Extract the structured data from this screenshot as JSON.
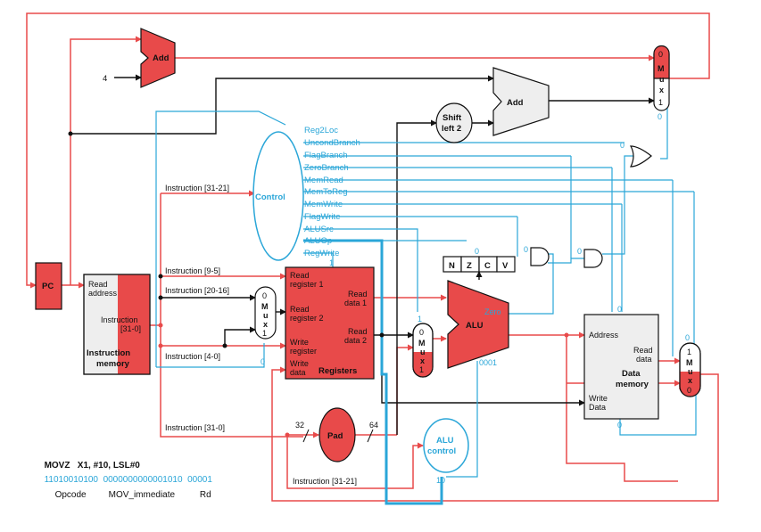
{
  "colors": {
    "red": "#e84a4a",
    "blue": "#2aa6d8",
    "black": "#111111",
    "gray_fill": "#eeeeee"
  },
  "labels": {
    "pc": "PC",
    "add_top": "Add",
    "const_four": "4",
    "add_branch": "Add",
    "shift_left_line1": "Shift",
    "shift_left_line2": "left 2",
    "control": "Control",
    "instr_mem_read_addr_1": "Read",
    "instr_mem_read_addr_2": "address",
    "instr_mem_instruction": "Instruction",
    "instr_mem_range": "[31-0]",
    "instr_mem_title_1": "Instruction",
    "instr_mem_title_2": "memory",
    "reg_read1_1": "Read",
    "reg_read1_2": "register 1",
    "reg_read2_1": "Read",
    "reg_read2_2": "register 2",
    "reg_write_1": "Write",
    "reg_write_2": "register",
    "reg_wdata_1": "Write",
    "reg_wdata_2": "data",
    "reg_rdata1_1": "Read",
    "reg_rdata1_2": "data 1",
    "reg_rdata2_1": "Read",
    "reg_rdata2_2": "data 2",
    "registers": "Registers",
    "alu": "ALU",
    "alu_zero": "Zero",
    "alu_op_value": "0001",
    "alu_control_1": "ALU",
    "alu_control_2": "control",
    "alu_control_value": "10",
    "pad": "Pad",
    "pad_in": "32",
    "pad_out": "64",
    "dm_address": "Address",
    "dm_read_1": "Read",
    "dm_read_2": "data",
    "dm_title_1": "Data",
    "dm_title_2": "memory",
    "dm_write_1": "Write",
    "dm_write_2": "Data",
    "flag_n": "N",
    "flag_z": "Z",
    "flag_c": "C",
    "flag_v": "V",
    "mux_letters": [
      "M",
      "u",
      "x"
    ],
    "zero": "0",
    "one": "1"
  },
  "instruction_fields": {
    "i31_21_top": "Instruction [31-21]",
    "i9_5": "Instruction [9-5]",
    "i20_16": "Instruction [20-16]",
    "i4_0": "Instruction [4-0]",
    "i31_0": "Instruction [31-0]",
    "i31_21_bottom": "Instruction [31-21]"
  },
  "control_signals": [
    "Reg2Loc",
    "UncondBranch",
    "FlagBranch",
    "ZeroBranch",
    "MemRead",
    "MemToReg",
    "MemWrite",
    "FlagWrite",
    "ALUSrc",
    "ALUOp",
    "RegWrite"
  ],
  "instruction_example": {
    "mnemonic": "MOVZ",
    "operands": "X1, #10, LSL#0",
    "binary_opcode": "11010010100",
    "binary_imm": "0000000000001010",
    "binary_rd": "00001",
    "field_opcode": "Opcode",
    "field_imm": "MOV_immediate",
    "field_rd": "Rd"
  }
}
